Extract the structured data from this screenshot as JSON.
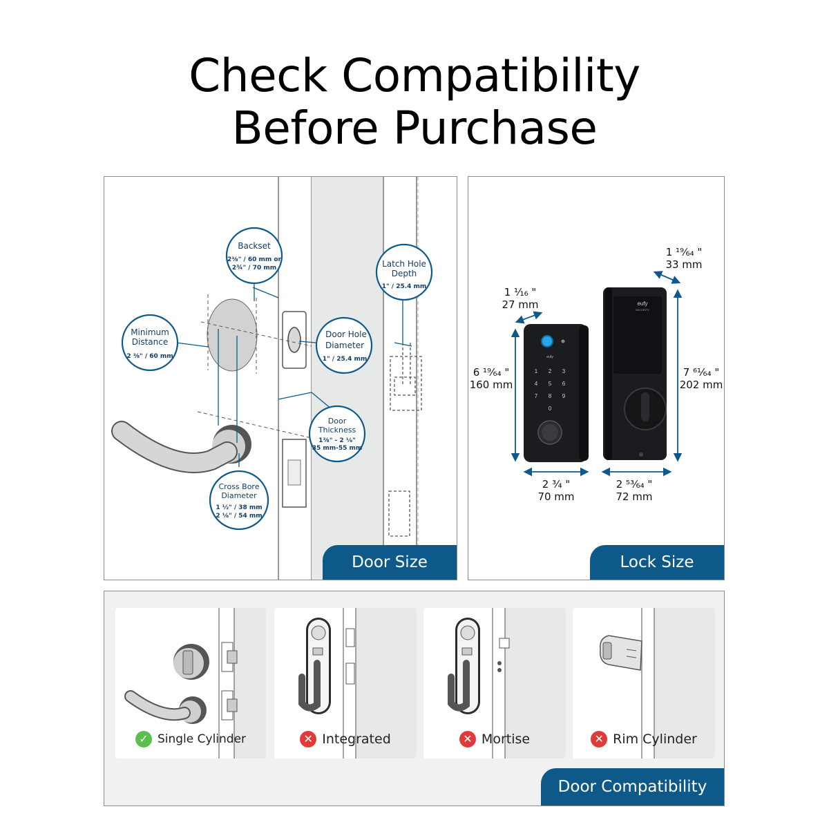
{
  "title": {
    "line1": "Check Compatibility",
    "line2": "Before Purchase"
  },
  "door_size": {
    "tag": "Door Size",
    "backset": {
      "title": "Backset",
      "l1": "2⅜\" / 60 mm or",
      "l2": "2¾\" / 70 mm"
    },
    "minimum_distance": {
      "t1": "Minimum",
      "t2": "Distance",
      "value": "2 ⅜\" / 60 mm"
    },
    "latch_hole_depth": {
      "t1": "Latch Hole",
      "t2": "Depth",
      "value": "1\" / 25.4 mm"
    },
    "door_hole_diameter": {
      "t1": "Door Hole",
      "t2": "Diameter",
      "value": "1\" / 25.4 mm"
    },
    "door_thickness": {
      "t1": "Door",
      "t2": "Thickness",
      "l1": "1⅜\" - 2 ⅛\"",
      "l2": "35 mm-55 mm"
    },
    "cross_bore_diameter": {
      "t1": "Cross Bore",
      "t2": "Diameter",
      "l1": "1 ½\" / 38 mm",
      "l2": "2 ⅛\" / 54 mm"
    }
  },
  "lock_size": {
    "tag": "Lock  Size",
    "brand": "eufy",
    "brand_sub": "SECURITY",
    "depth_outer": {
      "frac": "1 ¹⁹⁄₆₄ \"",
      "mm": "33 mm"
    },
    "depth_inner": {
      "frac": "1 ¹⁄₁₆ \"",
      "mm": "27 mm"
    },
    "height_outer": {
      "frac": "6 ¹⁹⁄₆₄ \"",
      "mm": "160 mm"
    },
    "height_inner": {
      "frac": "7 ⁶¹⁄₆₄ \"",
      "mm": "202 mm"
    },
    "width_outer": {
      "frac": "2 ³⁄₄ \"",
      "mm": "70 mm"
    },
    "width_inner": {
      "frac": "2 ⁵³⁄₆₄ \"",
      "mm": "72 mm"
    },
    "keypad": [
      "1",
      "2",
      "3",
      "4",
      "5",
      "6",
      "7",
      "8",
      "9",
      "0"
    ]
  },
  "door_compat": {
    "tag": "Door Compatibility",
    "types": [
      {
        "label": "Single Cylinder",
        "status": "✓",
        "status_icon": "check-icon"
      },
      {
        "label": "Integrated",
        "status": "✕",
        "status_icon": "cross-icon"
      },
      {
        "label": "Mortise",
        "status": "✕",
        "status_icon": "cross-icon"
      },
      {
        "label": "Rim Cylinder",
        "status": "✕",
        "status_icon": "cross-icon"
      }
    ]
  },
  "colors": {
    "accent": "#0d5a8a",
    "bubble_text": "#123e66",
    "ok": "#5bbf4f",
    "no": "#e03b3b"
  }
}
